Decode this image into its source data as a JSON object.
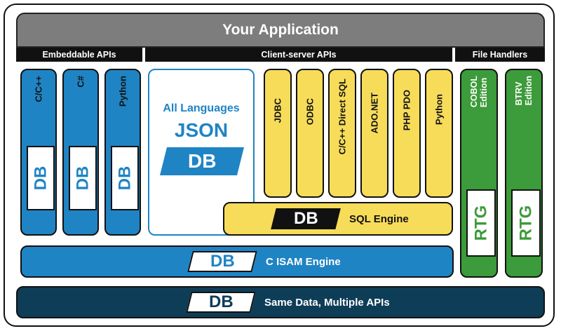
{
  "header": {
    "title": "Your Application"
  },
  "bands": {
    "embeddable": "Embeddable APIs",
    "client_server": "Client-server APIs",
    "file_handlers": "File Handlers"
  },
  "embeddable": [
    {
      "label": "C/C++",
      "tag": "DB"
    },
    {
      "label": "C#",
      "tag": "DB"
    },
    {
      "label": "Python",
      "tag": "DB"
    }
  ],
  "json_panel": {
    "line1": "All Languages",
    "line2": "JSON",
    "tag": "DB"
  },
  "client_server": [
    "JDBC",
    "ODBC",
    "C/C++ Direct SQL",
    "ADO.NET",
    "PHP PDO",
    "Python"
  ],
  "sql_engine": {
    "tag": "DB",
    "label": "SQL Engine"
  },
  "isam_engine": {
    "tag": "DB",
    "label": "C ISAM Engine"
  },
  "data_layer": {
    "tag": "DB",
    "label": "Same Data, Multiple APIs"
  },
  "file_handlers": [
    {
      "label1": "COBOL",
      "label2": "Edition",
      "tag": "RTG"
    },
    {
      "label1": "BTRV",
      "label2": "Edition",
      "tag": "RTG"
    }
  ],
  "colors": {
    "blue": "#1f84c4",
    "yellow": "#f7dc5a",
    "green": "#3c9b3a",
    "dark_navy": "#0e3d57",
    "gray": "#7d7d7d"
  }
}
